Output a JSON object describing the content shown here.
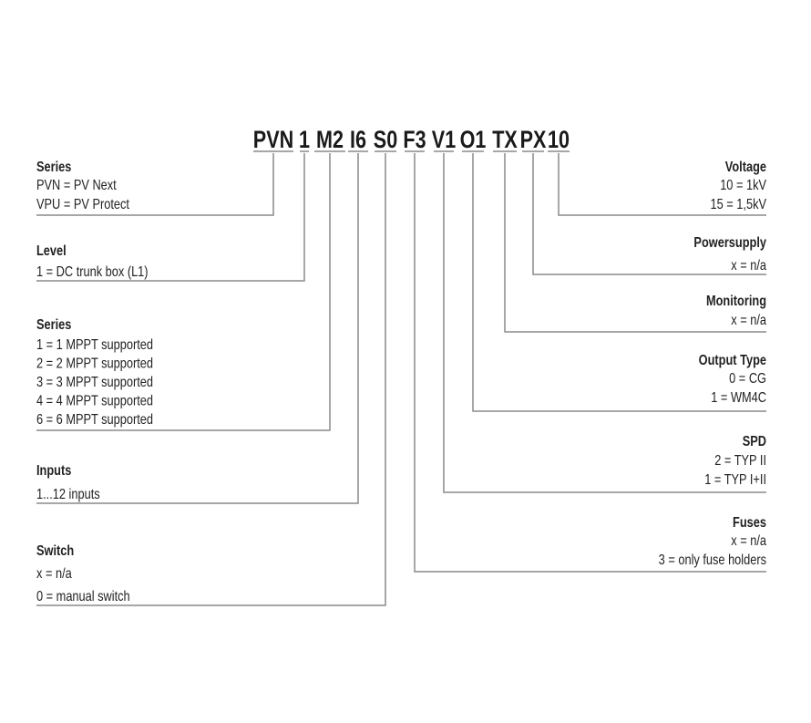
{
  "code_segments": [
    "PVN",
    "1",
    "M2",
    "I6",
    "S0",
    "F3",
    "V1",
    "O1",
    "TX",
    "PX",
    "10"
  ],
  "left_groups": [
    {
      "title": "Series",
      "lines": [
        "PVN = PV Next",
        "VPU = PV Protect"
      ]
    },
    {
      "title": "Level",
      "lines": [
        "1 = DC trunk box (L1)"
      ]
    },
    {
      "title": "Series",
      "lines": [
        "1 = 1 MPPT supported",
        "2 = 2 MPPT supported",
        "3 = 3 MPPT supported",
        "4 = 4 MPPT supported",
        "6 = 6 MPPT supported"
      ]
    },
    {
      "title": "Inputs",
      "lines": [
        "1...12 inputs"
      ]
    },
    {
      "title": "Switch",
      "lines": [
        "x = n/a",
        "0 = manual switch"
      ]
    }
  ],
  "right_groups": [
    {
      "title": "Voltage",
      "lines": [
        "10 = 1kV",
        "15 = 1,5kV"
      ]
    },
    {
      "title": "Powersupply",
      "lines": [
        "x = n/a"
      ]
    },
    {
      "title": "Monitoring",
      "lines": [
        "x = n/a"
      ]
    },
    {
      "title": "Output Type",
      "lines": [
        "0 = CG",
        "1 = WM4C"
      ]
    },
    {
      "title": "SPD",
      "lines": [
        "2 = TYP II",
        "1 = TYP I+II"
      ]
    },
    {
      "title": "Fuses",
      "lines": [
        "x = n/a",
        "3 = only fuse holders"
      ]
    }
  ]
}
